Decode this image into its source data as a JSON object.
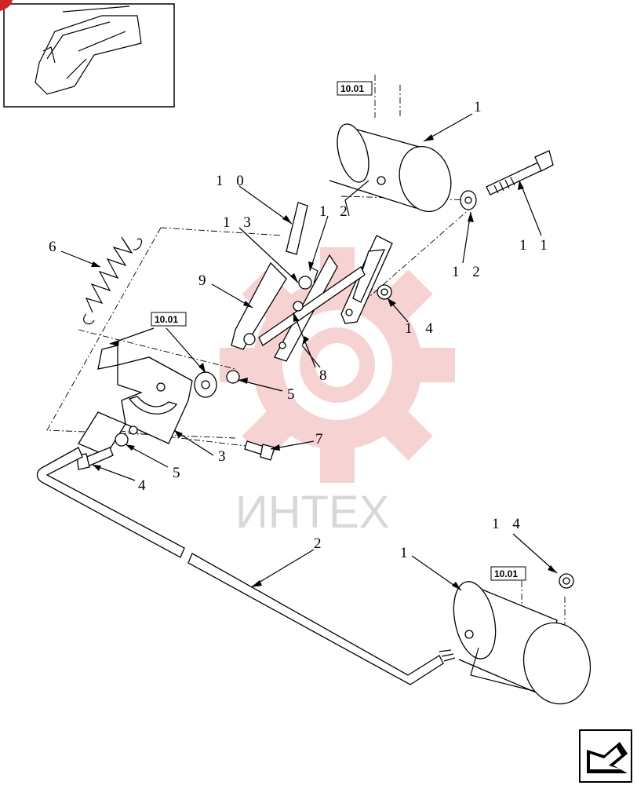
{
  "diagram": {
    "reference_labels": [
      "10.01",
      "10.01",
      "10.01"
    ],
    "callouts": [
      {
        "id": "1a",
        "text": "1"
      },
      {
        "id": "10",
        "text": "1 0"
      },
      {
        "id": "12a",
        "text": "1 2"
      },
      {
        "id": "13",
        "text": "1 3"
      },
      {
        "id": "11",
        "text": "1 1"
      },
      {
        "id": "12b",
        "text": "1 2"
      },
      {
        "id": "6",
        "text": "6"
      },
      {
        "id": "9",
        "text": "9"
      },
      {
        "id": "14a",
        "text": "1 4"
      },
      {
        "id": "8",
        "text": "8"
      },
      {
        "id": "5a",
        "text": "5"
      },
      {
        "id": "7",
        "text": "7"
      },
      {
        "id": "3",
        "text": "3"
      },
      {
        "id": "5b",
        "text": "5"
      },
      {
        "id": "4",
        "text": "4"
      },
      {
        "id": "2",
        "text": "2"
      },
      {
        "id": "1b",
        "text": "1"
      },
      {
        "id": "14b",
        "text": "1 4"
      }
    ],
    "watermark": {
      "text": "ИНТЕХ",
      "color": "#f2b8b8"
    }
  },
  "icons": {
    "thumbnail": "loader-arm-thumbnail-icon",
    "navigation": "next-page-arrow-icon"
  }
}
